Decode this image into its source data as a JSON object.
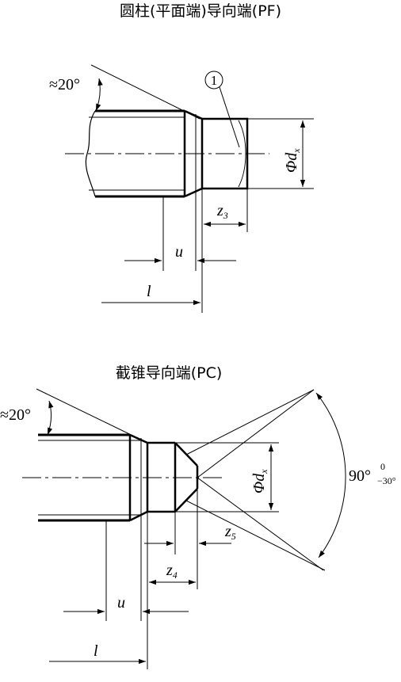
{
  "top_view": {
    "title": "圆柱(平面端)导向端(PF)",
    "angle_label": "≈20°",
    "callout_number": "1",
    "diameter_phi": "Φ",
    "diameter_d": "d",
    "diameter_sub": "x",
    "dim_z_main": "z",
    "dim_z_sub": "3",
    "dim_u": "u",
    "dim_l": "l"
  },
  "bottom_view": {
    "title": "截锥导向端(PC)",
    "angle_label": "≈20°",
    "diameter_phi": "Φ",
    "diameter_d": "d",
    "diameter_sub": "x",
    "dim_z5_main": "z",
    "dim_z5_sub": "5",
    "dim_z4_main": "z",
    "dim_z4_sub": "4",
    "dim_u": "u",
    "dim_l": "l",
    "cone_angle_main": "90°",
    "cone_tol_upper": "0",
    "cone_tol_lower": "−30°"
  }
}
